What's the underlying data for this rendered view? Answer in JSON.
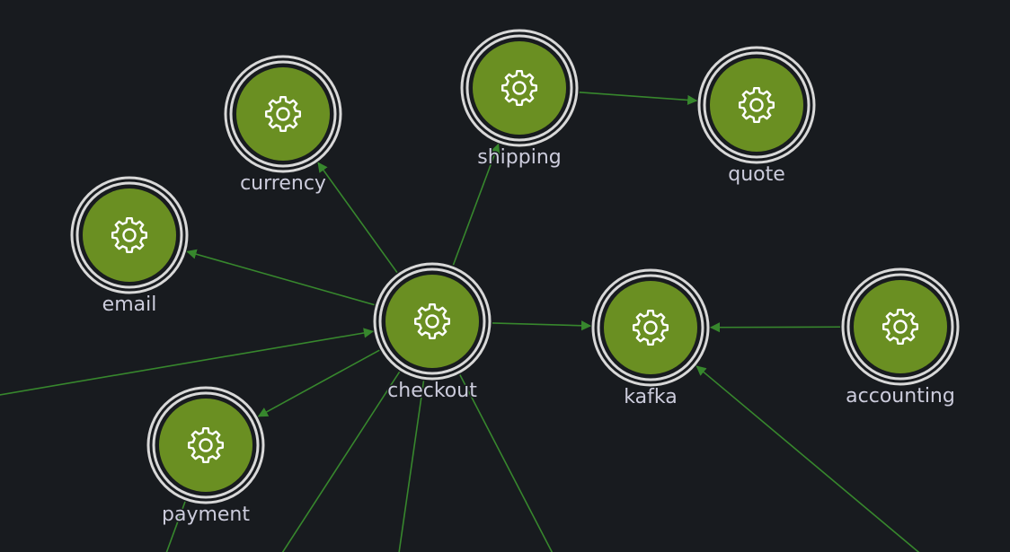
{
  "graph": {
    "colors": {
      "background": "#181b1f",
      "node_fill": "#6a8f22",
      "ring": "#d8d8d8",
      "edge": "#37872d",
      "label": "#ccccdc"
    },
    "node_icon": "gear-icon",
    "nodes": [
      {
        "id": "currency",
        "label": "currency"
      },
      {
        "id": "shipping",
        "label": "shipping"
      },
      {
        "id": "quote",
        "label": "quote"
      },
      {
        "id": "email",
        "label": "email"
      },
      {
        "id": "checkout",
        "label": "checkout"
      },
      {
        "id": "kafka",
        "label": "kafka"
      },
      {
        "id": "accounting",
        "label": "accounting"
      },
      {
        "id": "payment",
        "label": "payment"
      }
    ],
    "edges": [
      {
        "from": "checkout",
        "to": "currency"
      },
      {
        "from": "checkout",
        "to": "shipping"
      },
      {
        "from": "shipping",
        "to": "quote"
      },
      {
        "from": "checkout",
        "to": "email"
      },
      {
        "from": "checkout",
        "to": "kafka"
      },
      {
        "from": "accounting",
        "to": "kafka"
      },
      {
        "from": "checkout",
        "to": "payment"
      },
      {
        "from": "offscreen-left",
        "to": "checkout"
      },
      {
        "from": "offscreen-bottom-right",
        "to": "kafka"
      },
      {
        "from": "checkout",
        "to": "offscreen-bottom-1"
      },
      {
        "from": "checkout",
        "to": "offscreen-bottom-2"
      },
      {
        "from": "checkout",
        "to": "offscreen-bottom-3"
      },
      {
        "from": "payment",
        "to": "offscreen-bottom-4"
      }
    ]
  }
}
